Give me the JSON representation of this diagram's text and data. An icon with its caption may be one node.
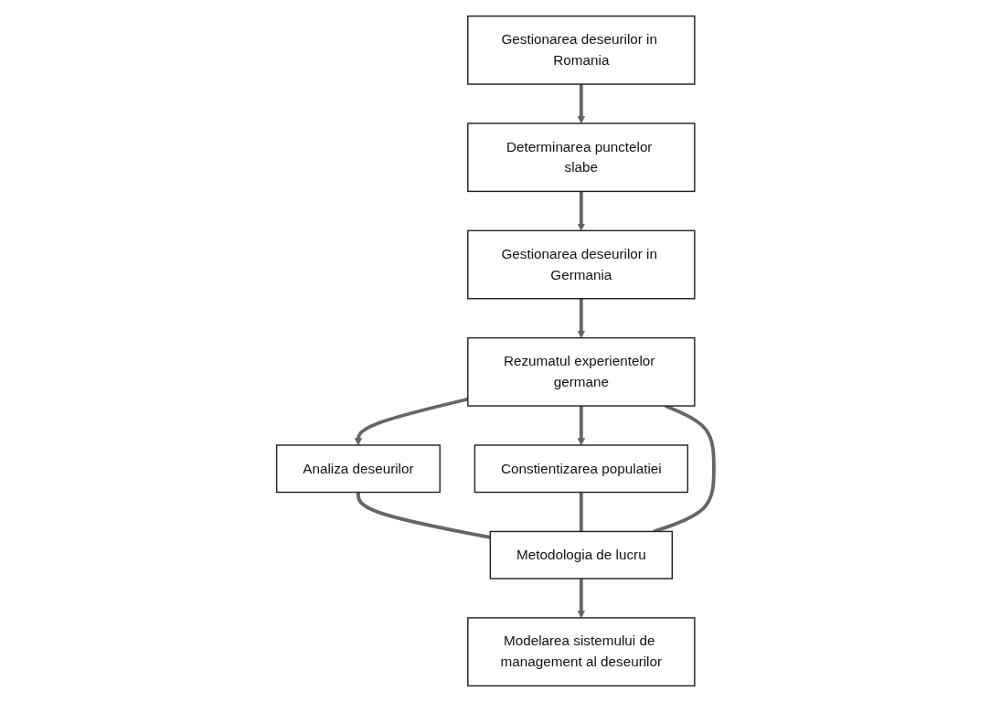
{
  "diagram": {
    "nodes": [
      {
        "text": [
          "Gestionarea deseurilor in Romania"
        ]
      },
      {
        "text": [
          "Determinarea punctelor slabe"
        ]
      },
      {
        "text": [
          "Gestionarea deseurilor in Germania"
        ]
      },
      {
        "text": [
          "Analiza deseurilor"
        ]
      },
      {
        "text": [
          "Rezumatul experientelor germane"
        ]
      },
      {
        "text": [
          "Constientizarea populatiei"
        ]
      },
      {
        "text": [
          "Metodologia de lucru"
        ]
      },
      {
        "text": [
          "Modelarea sistemului de management al deseurilor"
        ]
      }
    ],
    "edges": [
      {
        "from": 0,
        "to": 1,
        "arrow": "to"
      },
      {
        "from": 1,
        "to": 2,
        "arrow": "to"
      },
      {
        "from": 2,
        "to": 4,
        "arrow": "to"
      },
      {
        "from": 4,
        "to": 3,
        "arrow": "to"
      },
      {
        "from": 4,
        "to": 5,
        "arrow": "to"
      },
      {
        "from": 3,
        "to": 6,
        "arrow": "none"
      },
      {
        "from": 5,
        "to": 6,
        "arrow": "none"
      },
      {
        "from": 4,
        "to": 6,
        "arrow": "none"
      },
      {
        "from": 6,
        "to": 7,
        "arrow": "to"
      }
    ]
  }
}
